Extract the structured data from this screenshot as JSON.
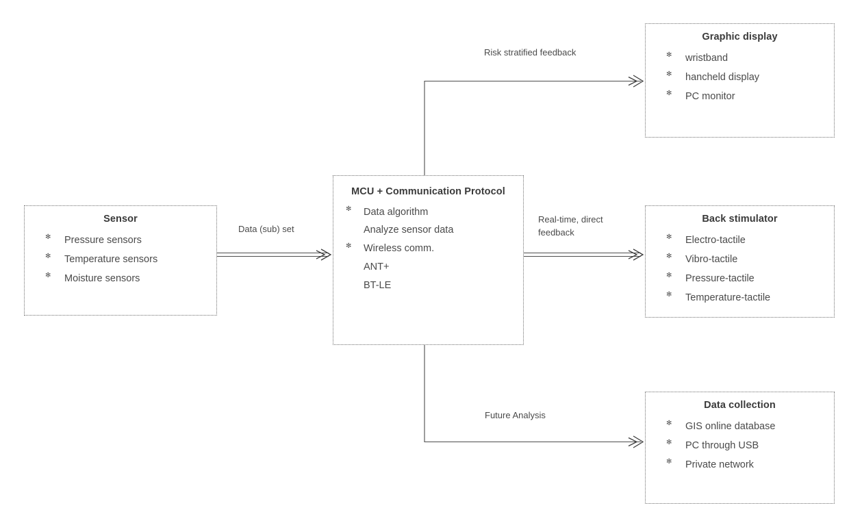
{
  "diagram": {
    "nodes": {
      "sensor": {
        "title": "Sensor",
        "items": [
          "Pressure sensors",
          "Temperature sensors",
          "Moisture sensors"
        ]
      },
      "mcu": {
        "title": "MCU + Communication Protocol",
        "items": [
          "Data algorithm",
          "Analyze sensor data",
          "Wireless comm.",
          "ANT+",
          "BT-LE"
        ]
      },
      "graphic_display": {
        "title": "Graphic display",
        "items": [
          "wristband",
          "hancheld display",
          "PC monitor"
        ]
      },
      "back_stimulator": {
        "title": "Back stimulator",
        "items": [
          "Electro-tactile",
          "Vibro-tactile",
          "Pressure-tactile",
          "Temperature-tactile"
        ]
      },
      "data_collection": {
        "title": "Data collection",
        "items": [
          "GIS online database",
          "PC through USB",
          "Private network"
        ]
      }
    },
    "edges": {
      "sensor_to_mcu": "Data (sub) set",
      "mcu_to_graphic": "Risk stratified feedback",
      "mcu_to_stimulator": "Real-time, direct\nfeedback",
      "mcu_to_datacollection": "Future Analysis"
    },
    "colors": {
      "box_border": "#6f6f6f",
      "text": "#4a4a4a",
      "title": "#3a3a3a",
      "connector": "#4d4d4d",
      "background": "#ffffff"
    }
  }
}
